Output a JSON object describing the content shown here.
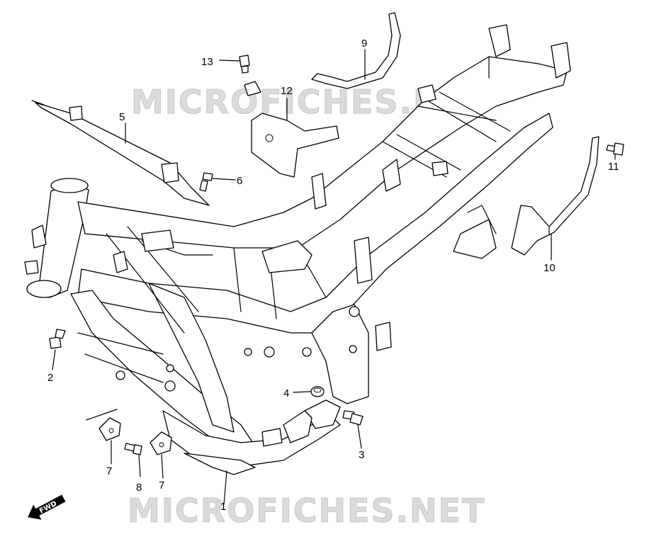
{
  "watermark": {
    "top": "MICROFICHES.NET",
    "bottom": "MICROFICHES.NET"
  },
  "fwd_label": "FWD",
  "callouts": [
    {
      "id": "1",
      "label": "1"
    },
    {
      "id": "2",
      "label": "2"
    },
    {
      "id": "3",
      "label": "3"
    },
    {
      "id": "4",
      "label": "4"
    },
    {
      "id": "5",
      "label": "5"
    },
    {
      "id": "6",
      "label": "6"
    },
    {
      "id": "7a",
      "label": "7"
    },
    {
      "id": "7b",
      "label": "7"
    },
    {
      "id": "8",
      "label": "8"
    },
    {
      "id": "9",
      "label": "9"
    },
    {
      "id": "10",
      "label": "10"
    },
    {
      "id": "11",
      "label": "11"
    },
    {
      "id": "12",
      "label": "12"
    },
    {
      "id": "13",
      "label": "13"
    }
  ]
}
